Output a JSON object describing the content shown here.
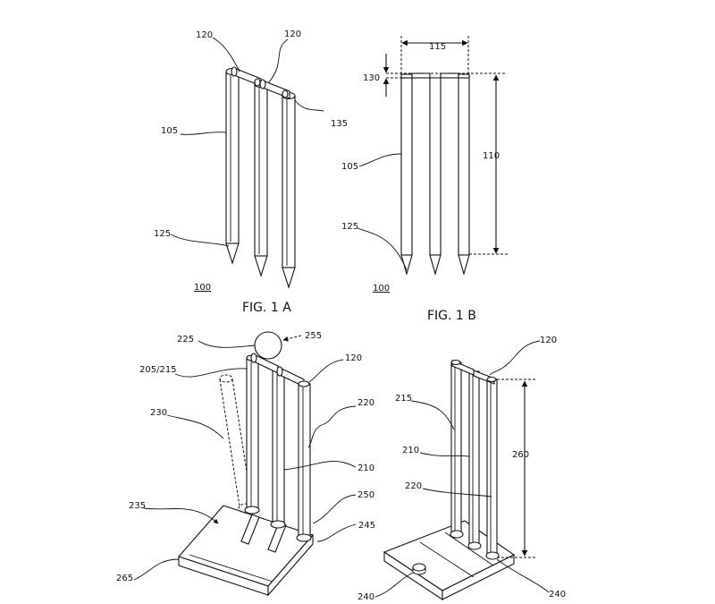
{
  "fig1a": {
    "caption": "FIG. 1 A",
    "ref_120_left": "120",
    "ref_120_right": "120",
    "ref_135": "135",
    "ref_105": "105",
    "ref_125": "125",
    "ref_100": "100"
  },
  "fig1b": {
    "caption": "FIG. 1 B",
    "ref_115": "115",
    "ref_130": "130",
    "ref_110": "110",
    "ref_105": "105",
    "ref_125": "125",
    "ref_100": "100"
  },
  "fig2a": {
    "ref_225": "225",
    "ref_255": "255",
    "ref_205_215": "205/215",
    "ref_120": "120",
    "ref_230": "230",
    "ref_220": "220",
    "ref_210": "210",
    "ref_250": "250",
    "ref_235": "235",
    "ref_245": "245",
    "ref_265": "265"
  },
  "fig2b": {
    "ref_120": "120",
    "ref_215": "215",
    "ref_210": "210",
    "ref_260": "260",
    "ref_220": "220",
    "ref_240_left": "240",
    "ref_240_right": "240"
  }
}
